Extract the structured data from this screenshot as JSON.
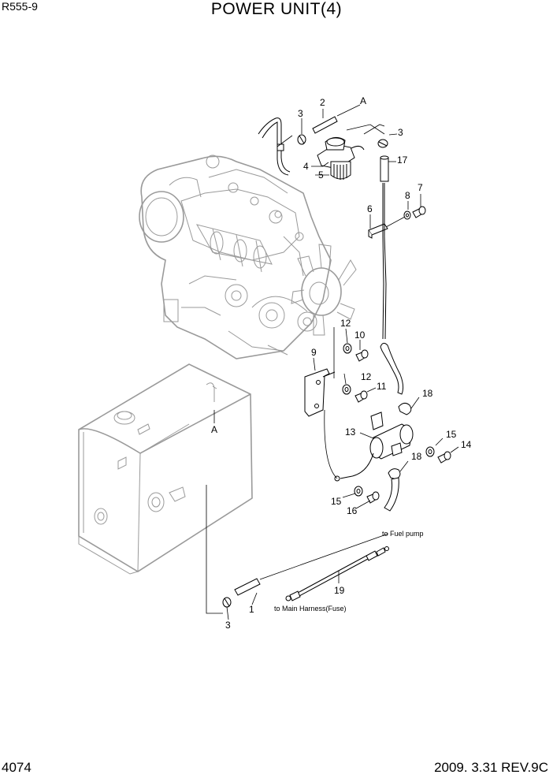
{
  "header": {
    "model": "R555-9",
    "title": "POWER UNIT(4)"
  },
  "footer": {
    "page_number": "4074",
    "revision": "2009. 3.31 REV.9C"
  },
  "callouts": {
    "c1": "1",
    "c2": "2",
    "c3a": "3",
    "c3b": "3",
    "c3c": "3",
    "c4": "4",
    "c5": "5",
    "c6": "6",
    "c7": "7",
    "c8": "8",
    "c9": "9",
    "c10": "10",
    "c11": "11",
    "c12a": "12",
    "c12b": "12",
    "c13": "13",
    "c14": "14",
    "c15a": "15",
    "c15b": "15",
    "c16": "16",
    "c17": "17",
    "c18a": "18",
    "c18b": "18",
    "c19": "19",
    "refA1": "A",
    "refA2": "A"
  },
  "notes": {
    "to_fuel_pump": "to Fuel pump",
    "to_main_harness": "to Main Harness(Fuse)"
  }
}
